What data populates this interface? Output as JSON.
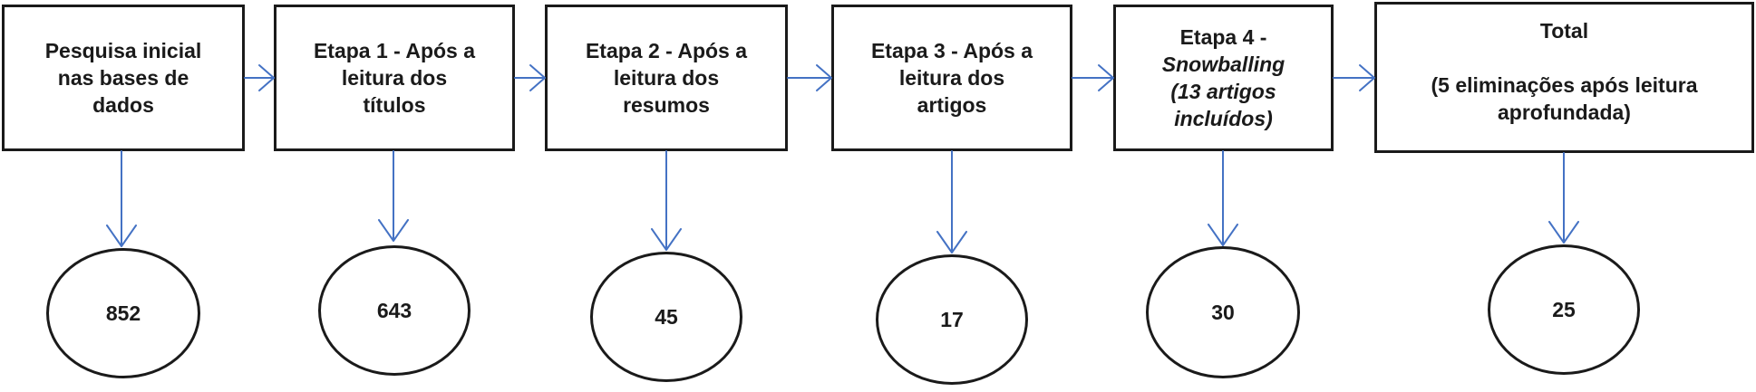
{
  "stages": [
    {
      "lines": [
        "Pesquisa inicial",
        "nas bases de",
        "dados"
      ],
      "count": "852"
    },
    {
      "lines": [
        "Etapa 1 - Após a",
        "leitura dos",
        "títulos"
      ],
      "count": "643"
    },
    {
      "lines": [
        "Etapa 2 - Após a",
        "leitura dos",
        "resumos"
      ],
      "count": "45"
    },
    {
      "lines": [
        "Etapa 3 - Após a",
        "leitura dos",
        "artigos"
      ],
      "count": "17"
    },
    {
      "lines": [
        "Etapa 4 -",
        "Snowballing",
        "(13 artigos",
        "incluídos)"
      ],
      "count": "30"
    },
    {
      "lines": [
        "Total",
        "(5 eliminações após leitura",
        "aprofundada)"
      ],
      "count": "25"
    }
  ],
  "colors": {
    "arrow": "#4472c4",
    "border": "#1a1a1a"
  }
}
